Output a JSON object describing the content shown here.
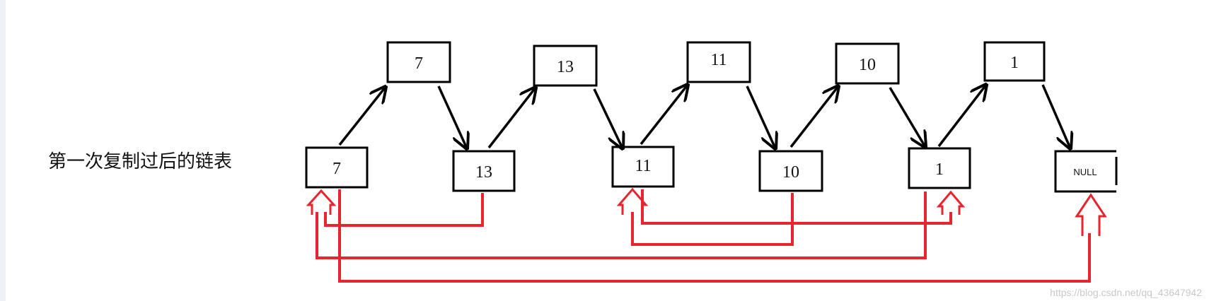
{
  "caption": "第一次复制过后的链表",
  "top_nodes": [
    "7",
    "13",
    "11",
    "10",
    "1"
  ],
  "bottom_nodes": [
    "7",
    "13",
    "11",
    "10",
    "1",
    "NULL"
  ],
  "watermark": "https://blog.csdn.net/qq_43647942",
  "colors": {
    "next_arrow": "#000000",
    "random_arrow": "#e8242c"
  }
}
